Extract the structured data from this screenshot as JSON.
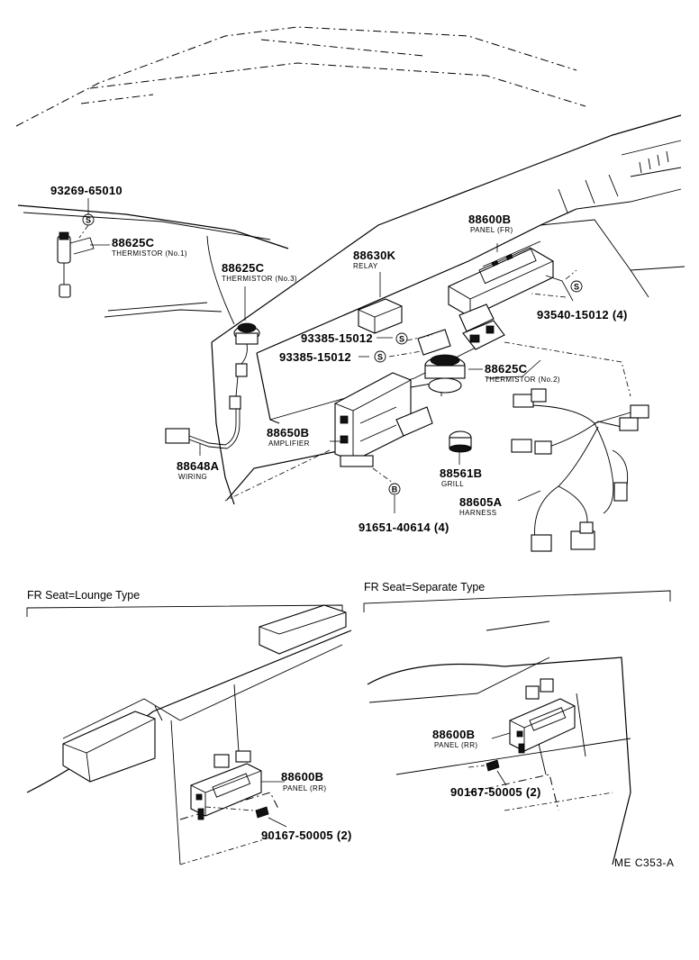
{
  "labels": {
    "thermistor_no1_pn": "88625C",
    "thermistor_no1_name": "THERMISTOR (No.1)",
    "screw_top_pn": "93269-65010",
    "thermistor_no3_pn": "88625C",
    "thermistor_no3_name": "THERMISTOR (No.3)",
    "relay_pn": "88630K",
    "relay_name": "RELAY",
    "screw_relay_1": "93385-15012",
    "screw_relay_2": "93385-15012",
    "panel_fr_pn": "88600B",
    "panel_fr_name": "PANEL (FR)",
    "screw_panel_fr": "93540-15012 (4)",
    "thermistor_no2_pn": "88625C",
    "thermistor_no2_name": "THERMISTOR (No.2)",
    "amplifier_pn": "88650B",
    "amplifier_name": "AMPLIFIER",
    "wiring_pn": "88648A",
    "wiring_name": "WIRING",
    "grill_pn": "88561B",
    "grill_name": "GRILL",
    "harness_pn": "88605A",
    "harness_name": "HARNESS",
    "screw_amplifier": "91651-40614 (4)"
  },
  "symbols": {
    "s": "S",
    "b": "B"
  },
  "sections": {
    "lounge": {
      "title": "FR Seat=Lounge Type",
      "panel_pn": "88600B",
      "panel_name": "PANEL (RR)",
      "screw": "90167-50005 (2)"
    },
    "separate": {
      "title": "FR Seat=Separate Type",
      "panel_pn": "88600B",
      "panel_name": "PANEL (RR)",
      "screw": "90167-50005 (2)"
    }
  },
  "reference_code": "ME C353-A"
}
